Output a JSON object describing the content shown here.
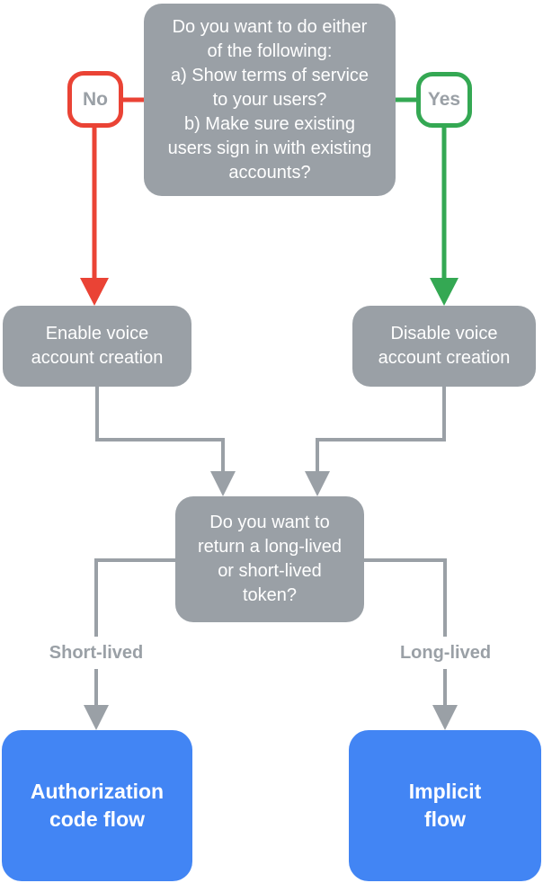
{
  "colors": {
    "node_gray": "#9AA0A6",
    "no_red": "#EA4335",
    "yes_green": "#34A853",
    "result_blue": "#4285F4",
    "node_text_white": "#FFFFFF",
    "label_text_gray": "#9AA0A6",
    "background": "#FFFFFF"
  },
  "flowchart": {
    "top_question": "Do you want to do either\nof the following:\na) Show terms of service\nto your users?\nb) Make sure existing\nusers sign in with existing\naccounts?",
    "no_badge": "No",
    "yes_badge": "Yes",
    "no_branch_node": "Enable voice\naccount creation",
    "yes_branch_node": "Disable voice\naccount creation",
    "token_question": "Do you want to\nreturn a long-lived\nor short-lived\ntoken?",
    "short_lived_label": "Short-lived",
    "long_lived_label": "Long-lived",
    "short_lived_result": "Authorization\ncode flow",
    "long_lived_result": "Implicit\nflow"
  }
}
